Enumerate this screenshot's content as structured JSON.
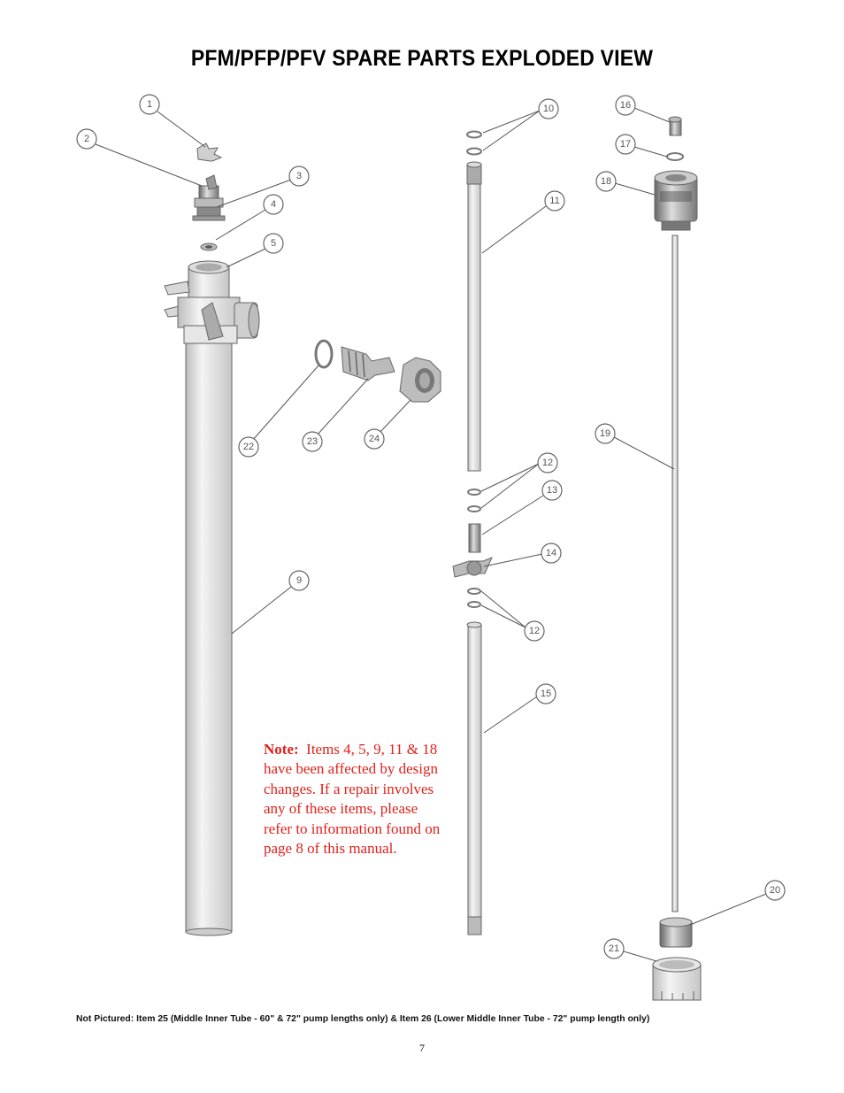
{
  "title": "PFM/PFP/PFV SPARE PARTS EXPLODED VIEW",
  "callouts": [
    "1",
    "2",
    "3",
    "4",
    "5",
    "9",
    "10",
    "11",
    "12",
    "12",
    "13",
    "14",
    "15",
    "16",
    "17",
    "18",
    "19",
    "20",
    "21",
    "22",
    "23",
    "24"
  ],
  "note": {
    "label": "Note:",
    "text": "Items 4, 5, 9, 11 & 18 have been affected by design changes.  If a repair involves any of these items, please refer to information found on page 8 of this manual."
  },
  "footnote": "Not Pictured:  Item 25 (Middle Inner Tube - 60\" & 72\" pump lengths only) & Item 26 (Lower Middle Inner Tube - 72\" pump length only)",
  "page_number": "7",
  "colors": {
    "note": "#e0201a",
    "callout_stroke": "#666666",
    "part_fill": "#e9e9e9"
  }
}
